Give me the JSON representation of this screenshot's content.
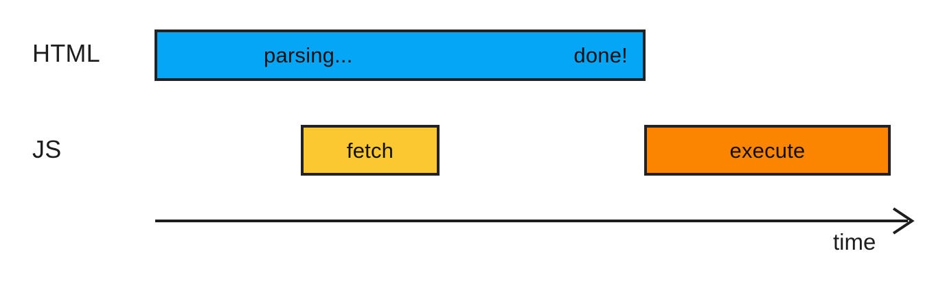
{
  "diagram": {
    "title": "HTML parsing and JavaScript fetch/execute timeline",
    "background": "#ffffff",
    "rows": [
      {
        "label": "HTML",
        "bars": [
          {
            "name": "parsing-bar",
            "color": "#04a6f5",
            "border_color": "#222222",
            "texts": [
              "parsing...",
              "done!"
            ]
          }
        ]
      },
      {
        "label": "JS",
        "bars": [
          {
            "name": "fetch-bar",
            "color": "#fcc832",
            "border_color": "#222222",
            "texts": [
              "fetch"
            ]
          },
          {
            "name": "execute-bar",
            "color": "#fb8500",
            "border_color": "#222222",
            "texts": [
              "execute"
            ]
          }
        ]
      }
    ],
    "axis": {
      "label": "time",
      "direction": "right",
      "line_color": "#1d1d1d"
    }
  },
  "labels": {
    "html_row": "HTML",
    "js_row": "JS",
    "parsing": "parsing...",
    "done": "done!",
    "fetch": "fetch",
    "execute": "execute",
    "time": "time"
  },
  "colors": {
    "html_bar": "#04a6f5",
    "fetch_bar": "#fcc832",
    "execute_bar": "#fb8500",
    "stroke": "#222222",
    "text": "#1d1d1d",
    "background": "#ffffff"
  }
}
